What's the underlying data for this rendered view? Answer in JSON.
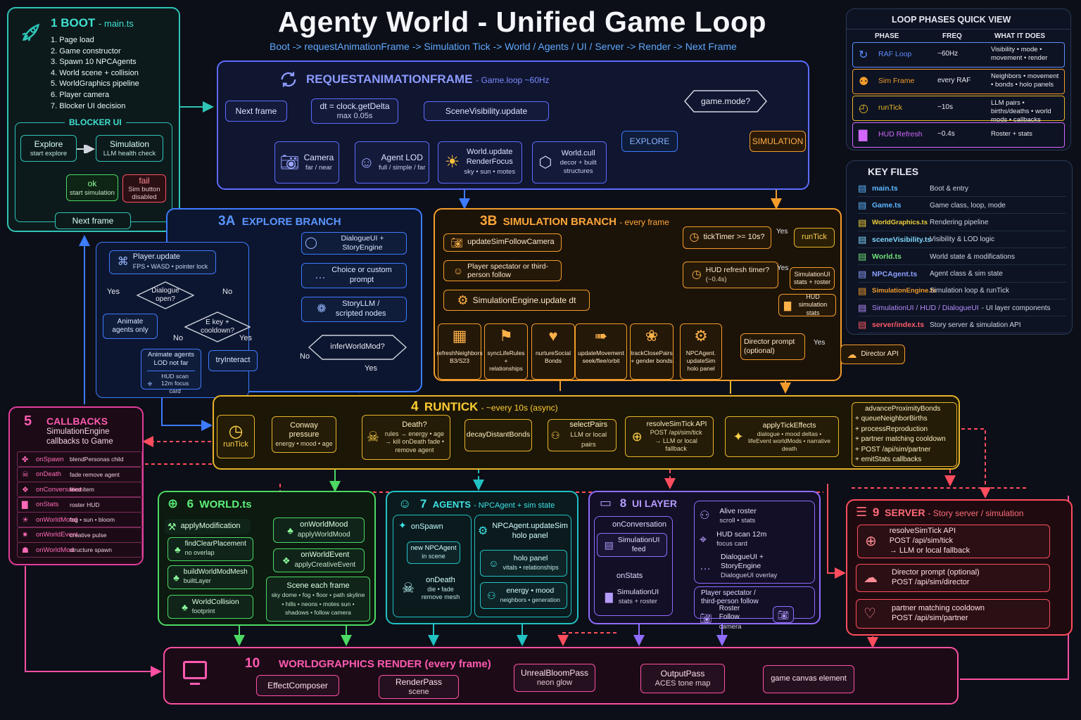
{
  "title": "Agenty World - Unified Game Loop",
  "subtitle": "Boot -> requestAnimationFrame -> Simulation Tick -> World / Agents / UI / Server -> Render -> Next Frame",
  "boot": {
    "num": "1",
    "title": "BOOT",
    "file": "- main.ts",
    "steps": [
      "1.  Page load",
      "2.  Game constructor",
      "3.  Spawn 10 NPCAgents",
      "4.  World scene + collision",
      "5.  WorldGraphics pipeline",
      "6.  Player camera",
      "7.  Blocker UI decision"
    ],
    "blocker_title": "BLOCKER UI",
    "explore": "Explore",
    "explore_sub": "start explore",
    "simulation": "Simulation",
    "simulation_sub": "LLM health check",
    "ok": "ok",
    "ok_sub": "start simulation",
    "fail": "fail",
    "fail_sub": "Sim button disabled",
    "next_frame": "Next frame"
  },
  "raf": {
    "title": "REQUESTANIMATIONFRAME",
    "sub": "- Game.loop ~60Hz",
    "next_frame": "Next frame",
    "dt": "dt = clock.getDelta",
    "dt_sub": "max 0.05s",
    "scene": "SceneVisibility.update",
    "mode": "game.mode?",
    "explore": "EXPLORE",
    "simulation": "SIMULATION",
    "camera": "Camera",
    "camera_sub": "far / near",
    "lod": "Agent LOD",
    "lod_sub": "full / simple / far",
    "world_update": "World.update",
    "world_update_2": "RenderFocus",
    "world_update_sub": "sky • sun • motes",
    "world_cull": "World.cull",
    "world_cull_sub": "decor + built structures"
  },
  "explore": {
    "num": "3A",
    "title": "EXPLORE BRANCH",
    "player": "Player.update",
    "player_sub": "FPS • WASD • pointer lock",
    "dialogue": "Dialogue open?",
    "yes": "Yes",
    "no": "No",
    "animate_only": "Animate agents only",
    "ekey": "E key + cooldown?",
    "animate_lod": "Animate agents LOD not far",
    "hud_scan": "HUD scan 12m focus card",
    "try": "tryInteract",
    "dialogueui": "DialogueUI + StoryEngine",
    "choice": "Choice or custom prompt",
    "storyllm": "StoryLLM / scripted nodes",
    "infer": "inferWorldMod?",
    "infer_no": "No",
    "infer_yes": "Yes"
  },
  "sim": {
    "num": "3B",
    "title": "SIMULATION BRANCH",
    "sub": "- every frame",
    "camera": "updateSimFollowCamera",
    "spectator": "Player spectator or third-person follow",
    "engine": "SimulationEngine.update dt",
    "ticktimer": "tickTimer >= 10s?",
    "yes": "Yes",
    "runtick": "runTick",
    "hud": "HUD refresh timer?",
    "hud_sub": "(~0.4s)",
    "simui": "SimulationUI stats + roster",
    "hudstats": "HUD simulation stats",
    "director": "Director prompt (optional)",
    "director_yes": "Yes",
    "director_api": "Director API",
    "subs": [
      {
        "icon": "▦",
        "label": "refreshNeighbors B3/S23"
      },
      {
        "icon": "⚑",
        "label": "syncLifeRules + relationships"
      },
      {
        "icon": "♥",
        "label": "nurtureSocial Bonds"
      },
      {
        "icon": "➠",
        "label": "updateMovement seek/flee/orbit"
      },
      {
        "icon": "❀",
        "label": "trackClosePairs + gender bonds"
      },
      {
        "icon": "⚙",
        "label": "NPCAgent. updateSim holo panel"
      }
    ]
  },
  "runtick": {
    "num": "4",
    "title": "RUNTICK",
    "sub": "- ~every 10s (async)",
    "start": "runTick",
    "conway": "Conway pressure",
    "conway_sub": "energy • mood • age",
    "death": "Death?",
    "death_sub": "rules → energy • age → kill onDeath fade • remove agent",
    "decay": "decayDistantBonds",
    "pairs": "selectPairs",
    "pairs_sub": "LLM or local pairs",
    "resolve": "resolveSimTick API",
    "resolve_sub": "POST /api/sim/tick → LLM or local fallback",
    "apply": "applyTickEffects",
    "apply_sub": "dialogue • mood deltas • lifeEvent worldMods • narrative death",
    "list": [
      "advanceProximityBonds",
      "+ queueNeighborBirths",
      "+ processReproduction",
      "+ partner matching cooldown",
      "+ POST /api/sim/partner",
      "+ emitStats callbacks"
    ]
  },
  "callbacks": {
    "num": "5",
    "title": "CALLBACKS",
    "sub1": "SimulationEngine",
    "sub2": "callbacks to Game",
    "rows": [
      {
        "icon": "✤",
        "name": "onSpawn",
        "desc": "blendPersonas child"
      },
      {
        "icon": "☠",
        "name": "onDeath",
        "desc": "fade remove agent"
      },
      {
        "icon": "❖",
        "name": "onConversation",
        "desc": "feed item"
      },
      {
        "icon": "▇",
        "name": "onStats",
        "desc": "roster HUD"
      },
      {
        "icon": "☀",
        "name": "onWorldMood",
        "desc": "fog • sun • bloom"
      },
      {
        "icon": "✷",
        "name": "onWorldEvent",
        "desc": "creative pulse"
      },
      {
        "icon": "☗",
        "name": "onWorldMod",
        "desc": "structure spawn"
      }
    ]
  },
  "world": {
    "num": "6",
    "title": "WORLD.ts",
    "apply": "applyModification",
    "find": "findClearPlacement",
    "find_sub": "no overlap",
    "build": "buildWorldModMesh",
    "build_sub": "builtLayer",
    "collision": "WorldCollision",
    "collision_sub": "footprint",
    "mood": "onWorldMood",
    "mood_sub": "applyWorldMood",
    "event": "onWorldEvent",
    "event_sub": "applyCreativeEvent",
    "scene": "Scene each frame",
    "scene_sub": "sky dome • fog • floor • path skyline • hills • neons • motes sun • shadows • follow camera"
  },
  "agents": {
    "num": "7",
    "title": "AGENTS",
    "sub": "- NPCAgent + sim state",
    "spawn": "onSpawn",
    "new": "new NPCAgent",
    "new_sub": "in scene",
    "death": "onDeath",
    "death_sub": "die • fade remove mesh",
    "update": "NPCAgent.updateSim",
    "update_sub": "holo panel",
    "holo": "holo panel",
    "holo_sub": "vitals • relationships",
    "energy": "energy • mood",
    "energy_sub": "neighbors • generation"
  },
  "ui": {
    "num": "8",
    "title": "UI LAYER",
    "conv": "onConversation",
    "simfeed": "SimulationUI",
    "simfeed_sub": "feed",
    "stats": "onStats",
    "simstats": "SimulationUI",
    "simstats_sub": "stats + roster",
    "roster": "Alive roster",
    "roster_sub": "scroll • stats",
    "hud": "HUD scan 12m",
    "hud_sub": "focus card",
    "dialogue": "DialogueUI + StoryEngine",
    "dialogue_sub": "DialogueUI overlay",
    "spectator": "Player spectator / third-person follow",
    "follow": "Roster Follow",
    "follow_sub": "camera"
  },
  "server": {
    "num": "9",
    "title": "SERVER",
    "sub": "- Story server / simulation",
    "tick": "resolveSimTick API",
    "tick_sub1": "POST /api/sim/tick",
    "tick_sub2": "→ LLM or local fallback",
    "director": "Director prompt (optional)",
    "director_sub": "POST /api/sim/director",
    "partner": "partner matching cooldown",
    "partner_sub": "POST /api/sim/partner"
  },
  "render": {
    "num": "10",
    "title": "WORLDGRAPHICS RENDER (every frame)",
    "composer": "EffectComposer",
    "renderpass": "RenderPass",
    "renderpass_sub": "scene",
    "bloom": "UnrealBloomPass",
    "bloom_sub": "neon glow",
    "output": "OutputPass",
    "output_sub": "ACES tone map",
    "canvas": "game canvas element"
  },
  "phases": {
    "title": "LOOP PHASES QUICK VIEW",
    "headers": [
      "PHASE",
      "FREQ",
      "WHAT IT DOES"
    ],
    "rows": [
      {
        "icon": "↻",
        "phase": "RAF Loop",
        "freq": "~60Hz",
        "what": "Visibility • mode • movement • render",
        "color": "#5b8cff"
      },
      {
        "icon": "⚉",
        "phase": "Sim Frame",
        "freq": "every RAF",
        "what": "Neighbors • movement • bonds • holo panels",
        "color": "#f39c2b"
      },
      {
        "icon": "◴",
        "phase": "runTick",
        "freq": "~10s",
        "what": "LLM pairs • births/deaths • world mods • callbacks",
        "color": "#e8b42a"
      },
      {
        "icon": "▇",
        "phase": "HUD Refresh",
        "freq": "~0.4s",
        "what": "Roster + stats",
        "color": "#d267ff"
      }
    ]
  },
  "keyfiles": {
    "title": "KEY FILES",
    "rows": [
      {
        "file": "main.ts",
        "desc": "Boot & entry",
        "color": "#5fb8ff"
      },
      {
        "file": "Game.ts",
        "desc": "Game class, loop, mode",
        "color": "#5fb8ff"
      },
      {
        "file": "WorldGraphics.ts",
        "desc": "Rendering pipeline",
        "color": "#f3d23a"
      },
      {
        "file": "sceneVisibility.ts",
        "desc": "Visibility & LOD logic",
        "color": "#7fd8ff"
      },
      {
        "file": "World.ts",
        "desc": "World state & modifications",
        "color": "#6fe07a"
      },
      {
        "file": "NPCAgent.ts",
        "desc": "Agent class & sim state",
        "color": "#8ca0ff"
      },
      {
        "file": "SimulationEngine.ts",
        "desc": "Simulation loop & runTick",
        "color": "#f39c2b"
      },
      {
        "file": "SimulationUI / HUD / DialogueUI",
        "desc": "- UI layer components",
        "color": "#b58cff"
      },
      {
        "file": "server/index.ts",
        "desc": "Story server & simulation API",
        "color": "#ff5a6a"
      }
    ]
  }
}
